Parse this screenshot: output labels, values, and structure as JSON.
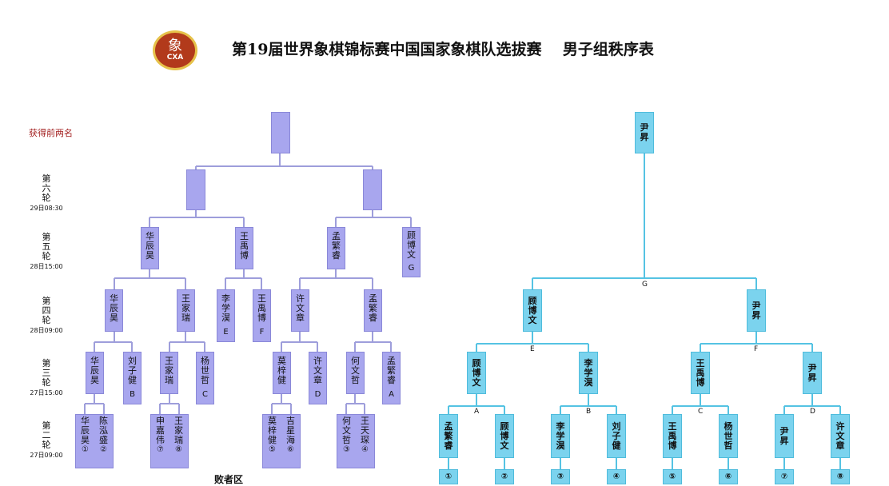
{
  "header": {
    "logo_glyph": "象",
    "logo_abbr": "CXA",
    "title": "第19届世界象棋锦标赛中国国家象棋队选拔赛    男子组秩序表"
  },
  "note": "获得前两名",
  "rounds": [
    {
      "name": "第六轮",
      "time": "29日08:30"
    },
    {
      "name": "第五轮",
      "time": "28日15:00"
    },
    {
      "name": "第四轮",
      "time": "28日09:00"
    },
    {
      "name": "第三轮",
      "time": "27日15:00"
    },
    {
      "name": "第二轮",
      "time": "27日09:00"
    }
  ],
  "left_bracket": {
    "round2": [
      {
        "a": "华辰昊",
        "a_seed": "①",
        "b": "陈泓盛",
        "b_seed": "②"
      },
      {
        "a": "申嘉伟",
        "a_seed": "⑦",
        "b": "王家瑞",
        "b_seed": "⑧"
      },
      {
        "a": "莫梓健",
        "a_seed": "⑤",
        "b": "吉星海",
        "b_seed": "⑥"
      },
      {
        "a": "何文哲",
        "a_seed": "③",
        "b": "王天琛",
        "b_seed": "④"
      }
    ],
    "round3": [
      {
        "name": "华辰昊",
        "tag": ""
      },
      {
        "name": "刘子健",
        "tag": "B"
      },
      {
        "name": "王家瑞",
        "tag": ""
      },
      {
        "name": "杨世哲",
        "tag": "C"
      },
      {
        "name": "莫梓健",
        "tag": ""
      },
      {
        "name": "许文章",
        "tag": "D"
      },
      {
        "name": "何文哲",
        "tag": ""
      },
      {
        "name": "孟繁睿",
        "tag": "A"
      }
    ],
    "round4": [
      {
        "name": "华辰昊",
        "tag": ""
      },
      {
        "name": "王家瑞",
        "tag": ""
      },
      {
        "name": "李学淏",
        "tag": "E"
      },
      {
        "name": "王禹博",
        "tag": "F"
      },
      {
        "name": "许文章",
        "tag": ""
      },
      {
        "name": "孟繁睿",
        "tag": ""
      }
    ],
    "round5": [
      {
        "name": "华辰昊",
        "tag": ""
      },
      {
        "name": "王禹博",
        "tag": ""
      },
      {
        "name": "孟繁睿",
        "tag": ""
      },
      {
        "name": "顾博文",
        "tag": "G"
      }
    ],
    "loser_zone": "败者区"
  },
  "right_bracket": {
    "round1": [
      {
        "name": "孟繁睿",
        "seed": "①"
      },
      {
        "name": "顾博文",
        "seed": "②"
      },
      {
        "name": "李学淏",
        "seed": "③"
      },
      {
        "name": "刘子健",
        "seed": "④"
      },
      {
        "name": "王禹博",
        "seed": "⑤"
      },
      {
        "name": "杨世哲",
        "seed": "⑥"
      },
      {
        "name": "尹昇",
        "seed": "⑦"
      },
      {
        "name": "许文章",
        "seed": "⑧"
      }
    ],
    "round1_letters": [
      "A",
      "B",
      "C",
      "D"
    ],
    "round2": [
      "顾博文",
      "李学淏",
      "王禹博",
      "尹昇"
    ],
    "round2_letters": [
      "E",
      "F"
    ],
    "round3": [
      "顾博文",
      "尹昇"
    ],
    "round3_letter": "G",
    "final": "尹昇"
  },
  "colors": {
    "left_box": "#a8a6ee",
    "left_line": "#9e9edb",
    "right_box": "#7bd3ee",
    "right_line": "#55c3e3"
  }
}
